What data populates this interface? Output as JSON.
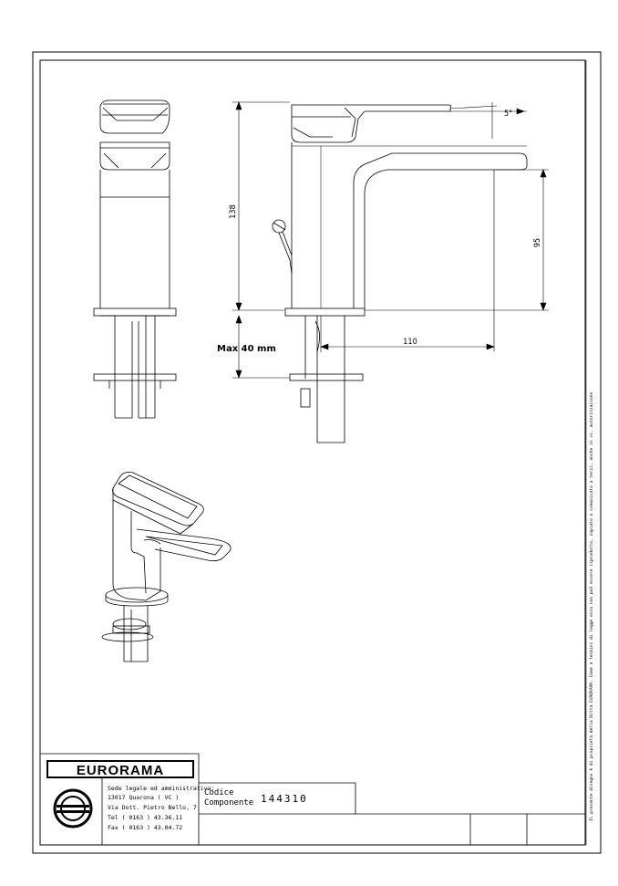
{
  "dimensions": {
    "height_total": "138",
    "spout_height": "95",
    "spout_reach": "110",
    "lever_angle": "5°",
    "max_deck": "Max 40 mm"
  },
  "title_block": {
    "company": "EURORAMA",
    "address_lines": [
      "Sede legale ed amministrativa:",
      "13017 Quarona ( VC )",
      "Via Dott. Pietro Bello, 7",
      "Tel  ( 0163 ) 43.36.11",
      "Fax  ( 0163 ) 43.04.72"
    ],
    "code_label_1": "Codice",
    "code_label_2": "Componente",
    "code_value": "144310"
  },
  "side_notice": "Il presente disegno è di proprietà della Ditta EURORAMA. Come a termini di legge esso non può essere riprodotto, copiato o comunicato a terzi, anche in vs. autorizzazione"
}
